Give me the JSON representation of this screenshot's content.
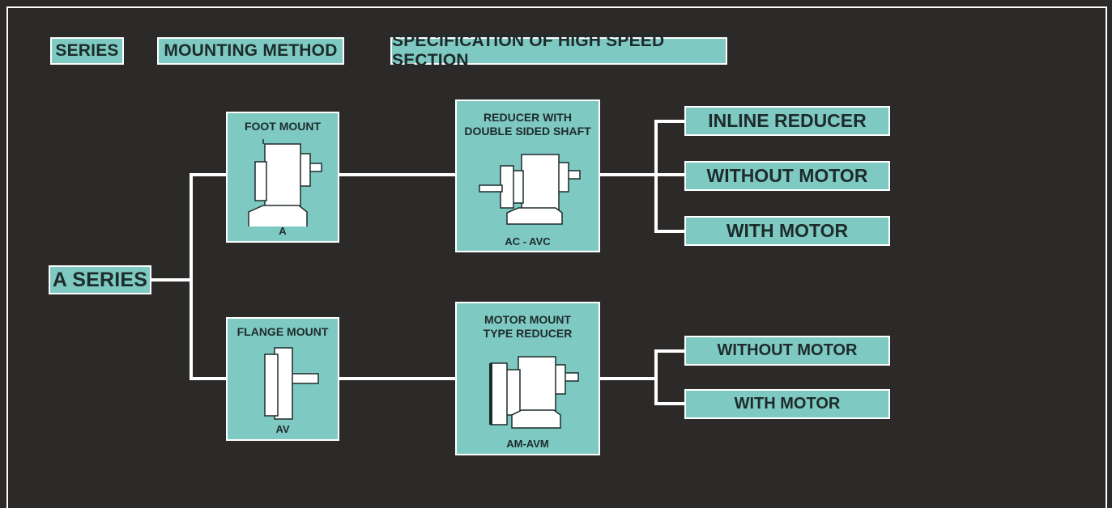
{
  "headers": {
    "series": "SERIES",
    "mounting": "MOUNTING METHOD",
    "spec": "SPECIFICATION OF HIGH SPEED SECTION"
  },
  "root": {
    "label": "A SERIES"
  },
  "mounting": [
    {
      "title": "FOOT MOUNT",
      "code": "A",
      "icon": "foot-mount-reducer-icon"
    },
    {
      "title": "FLANGE MOUNT",
      "code": "AV",
      "icon": "flange-mount-reducer-icon"
    }
  ],
  "spec": [
    {
      "title_line1": "REDUCER WITH",
      "title_line2": "DOUBLE SIDED SHAFT",
      "code": "AC - AVC",
      "icon": "double-shaft-reducer-icon"
    },
    {
      "title_line1": "MOTOR MOUNT",
      "title_line2": "TYPE REDUCER",
      "code": "AM-AVM",
      "icon": "motor-mount-reducer-icon"
    }
  ],
  "outputs_top": [
    "INLINE REDUCER",
    "WITHOUT MOTOR",
    "WITH MOTOR"
  ],
  "outputs_bottom": [
    "WITHOUT MOTOR",
    "WITH MOTOR"
  ],
  "colors": {
    "box": "#7fc9c3",
    "background": "#2b2a28",
    "line": "#ffffff",
    "text": "#1d2b2b"
  }
}
